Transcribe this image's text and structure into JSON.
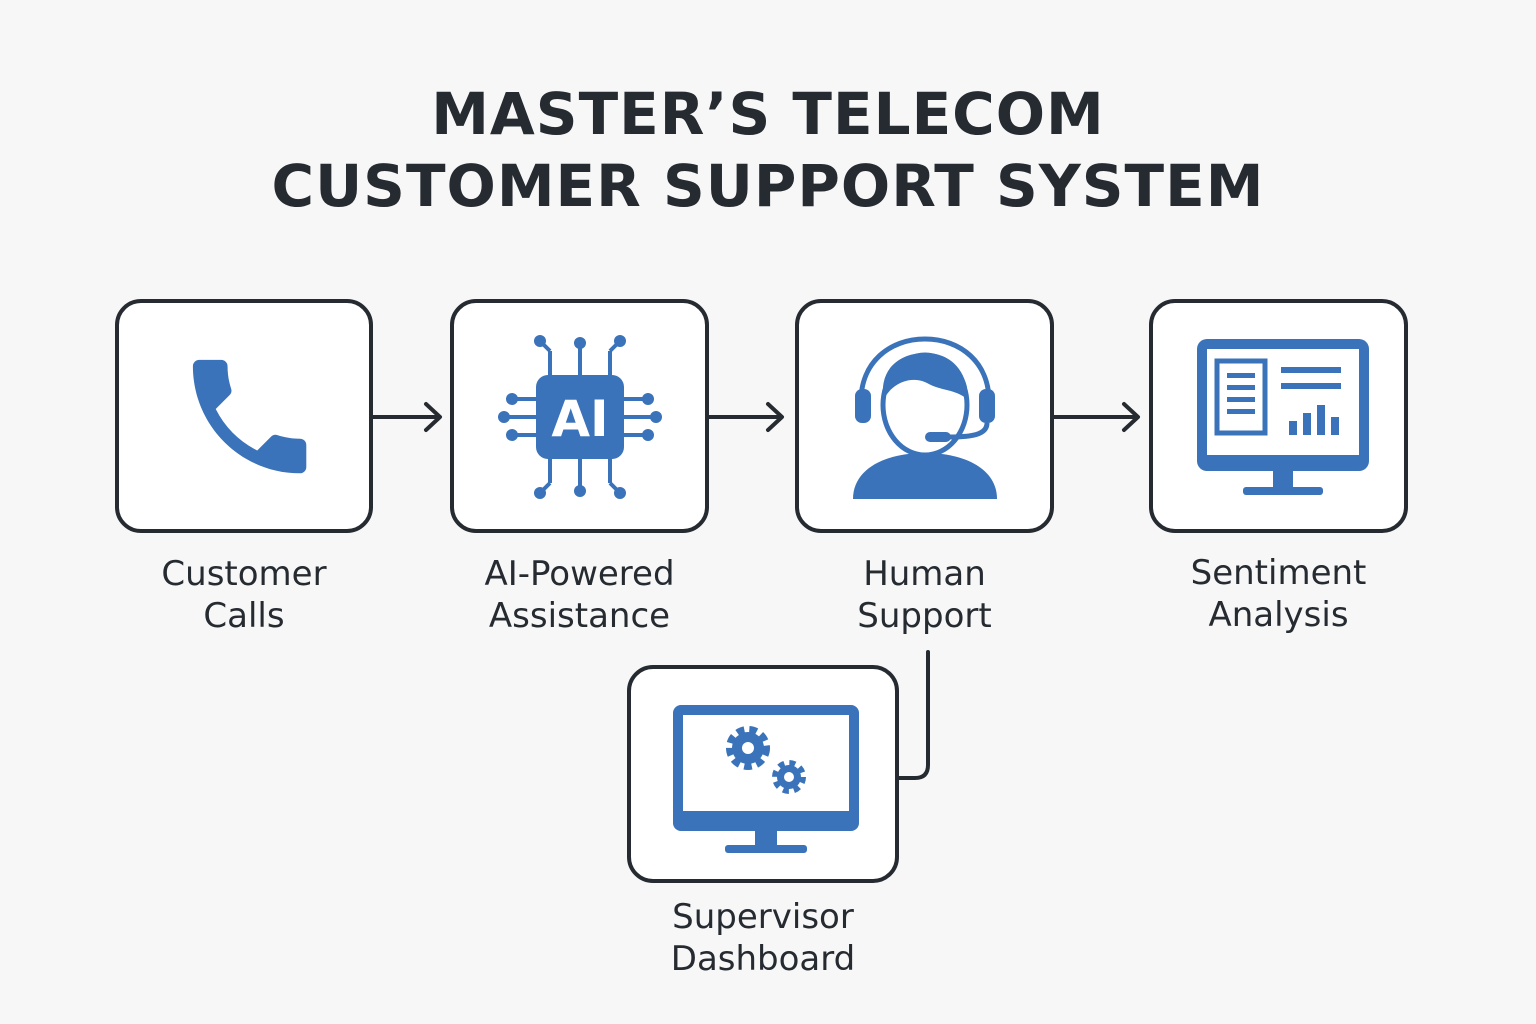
{
  "title": {
    "line1": "MASTER’S TELECOM",
    "line2": "CUSTOMER SUPPORT SYSTEM"
  },
  "colors": {
    "accent": "#3a73b9",
    "stroke": "#262b31",
    "background": "#f7f7f7",
    "node_fill": "#ffffff"
  },
  "nodes": [
    {
      "id": "customer-calls",
      "icon": "phone-icon",
      "label_line1": "Customer",
      "label_line2": "Calls"
    },
    {
      "id": "ai-powered-assistance",
      "icon": "ai-chip-icon",
      "icon_text": "AI",
      "label_line1": "AI-Powered",
      "label_line2": "Assistance"
    },
    {
      "id": "human-support",
      "icon": "support-agent-headset-icon",
      "label_line1": "Human",
      "label_line2": "Support"
    },
    {
      "id": "sentiment-analysis",
      "icon": "analytics-monitor-icon",
      "label_line1": "Sentiment",
      "label_line2": "Analysis"
    },
    {
      "id": "supervisor-dashboard",
      "icon": "monitor-gears-icon",
      "label_line1": "Supervisor",
      "label_line2": "Dashboard"
    }
  ],
  "edges": [
    {
      "from": "customer-calls",
      "to": "ai-powered-assistance"
    },
    {
      "from": "ai-powered-assistance",
      "to": "human-support"
    },
    {
      "from": "human-support",
      "to": "sentiment-analysis"
    },
    {
      "from": "human-support",
      "to": "supervisor-dashboard"
    }
  ]
}
